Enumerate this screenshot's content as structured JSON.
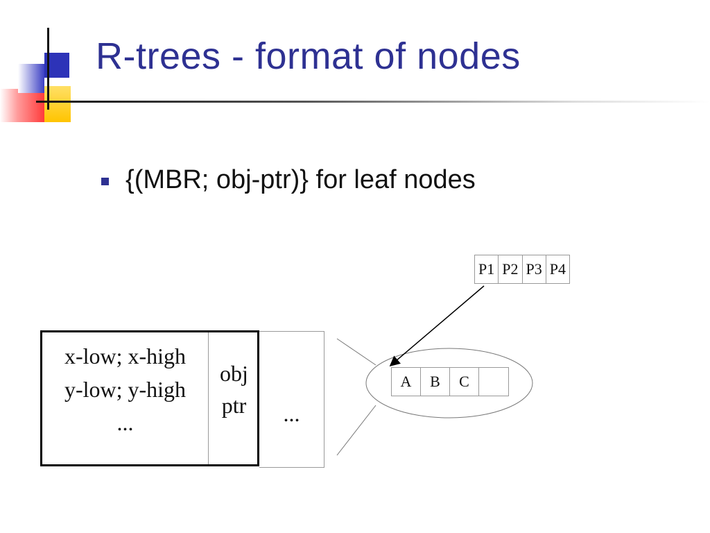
{
  "slide": {
    "title": "R-trees - format of nodes",
    "bullet": "{(MBR; obj-ptr)} for leaf nodes"
  },
  "node": {
    "mbr_lines": [
      "x-low; x-high",
      "y-low; y-high",
      "..."
    ],
    "obj_lines": [
      "obj",
      "ptr"
    ],
    "next_cell": "..."
  },
  "pointer_table": [
    "P1",
    "P2",
    "P3",
    "P4"
  ],
  "object_table": [
    "A",
    "B",
    "C",
    ""
  ],
  "colors": {
    "title": "#2e3192",
    "bullet": "#2e3192"
  }
}
